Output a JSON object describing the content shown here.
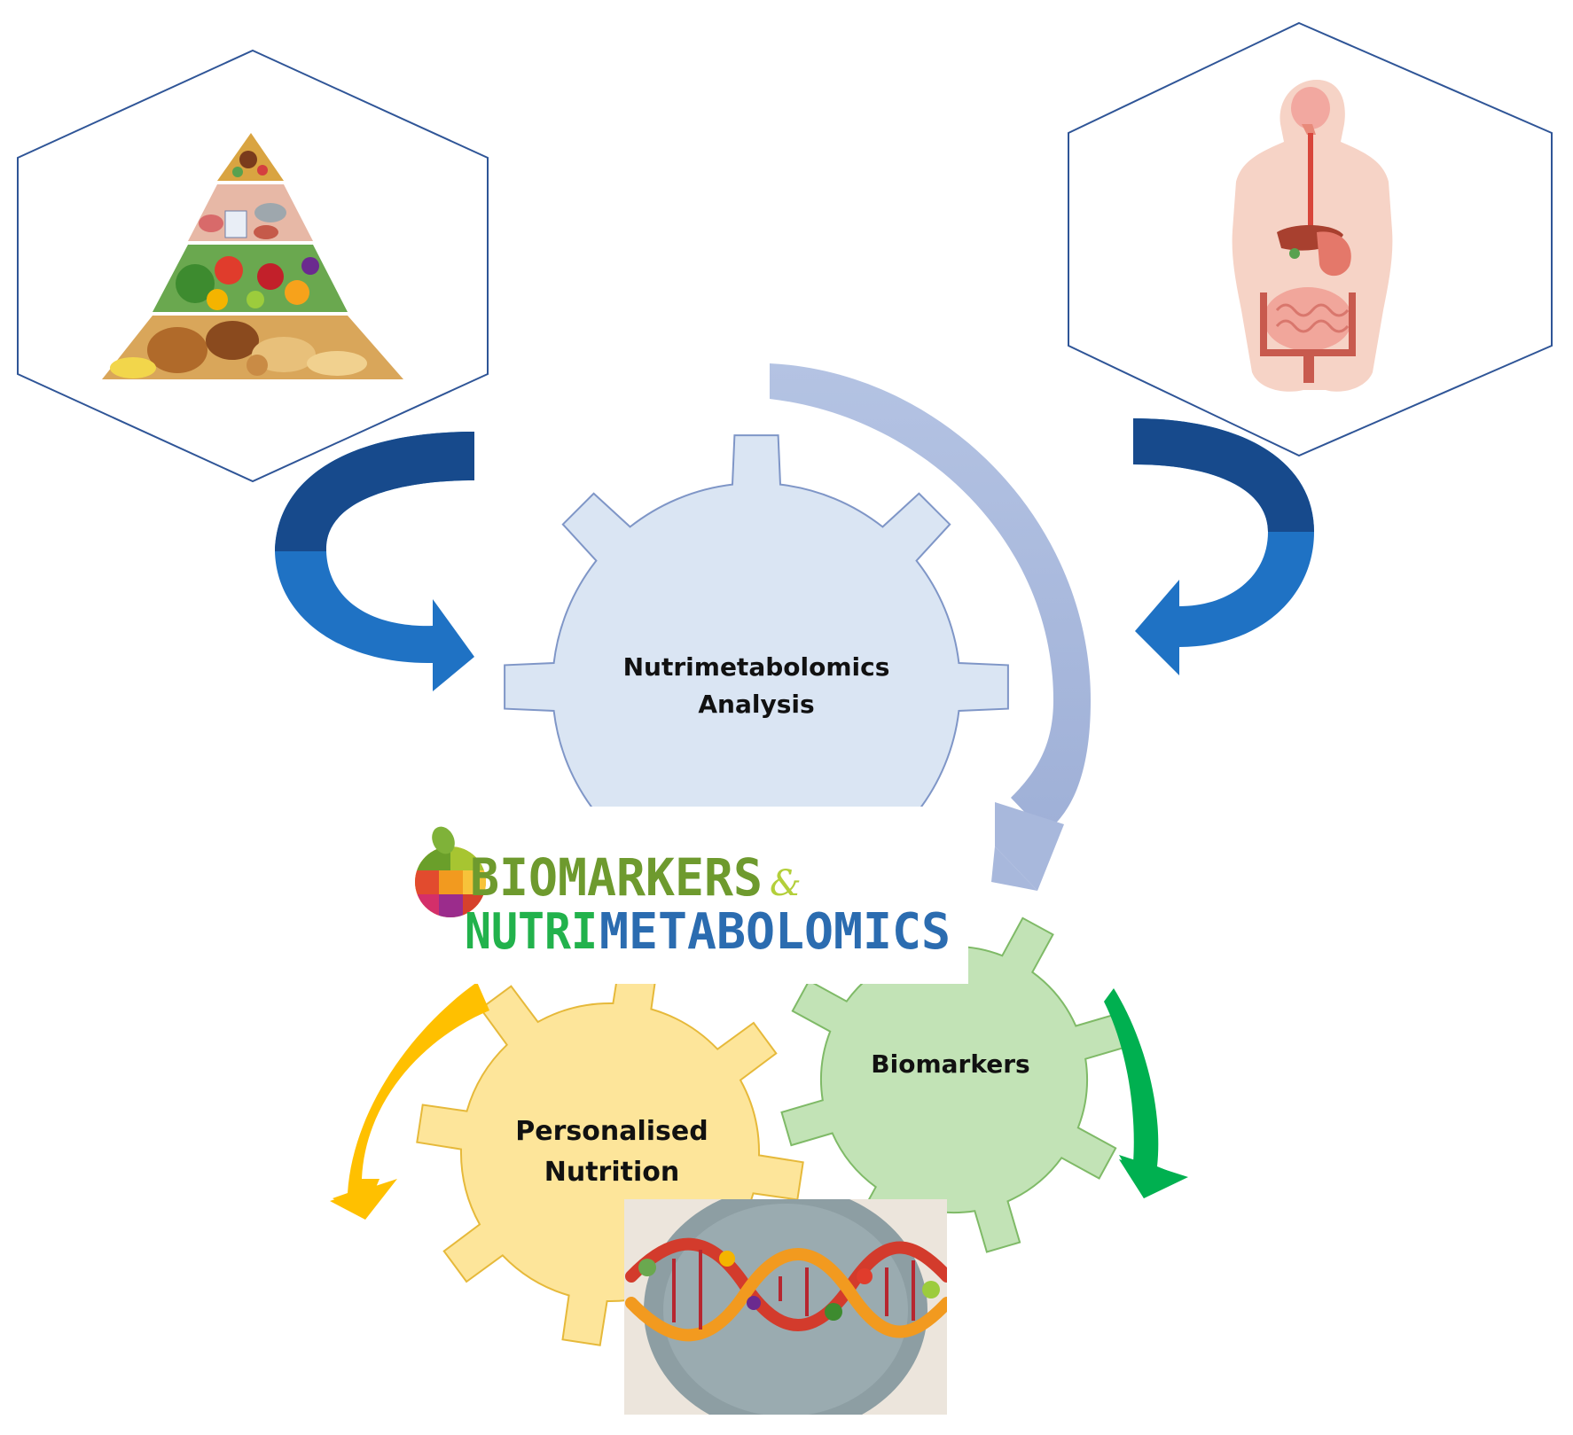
{
  "colors": {
    "hexagon_stroke": "#2f5597",
    "arrow_blue_dark": "#174a8c",
    "arrow_blue": "#1f72c4",
    "arrow_light": "#a8b8dc",
    "arrow_yellow": "#ffc000",
    "arrow_green": "#00b050",
    "gear_blue_fill": "#dae5f3",
    "gear_blue_stroke": "#7f96c7",
    "gear_green_fill": "#c2e3b6",
    "gear_green_stroke": "#7fba67",
    "gear_yellow_fill": "#fde59a",
    "gear_yellow_stroke": "#e6b93a"
  },
  "hexagons": {
    "left": {
      "image": "food-pyramid"
    },
    "right": {
      "image": "digestive-system"
    }
  },
  "gears": {
    "center": {
      "line1": "Nutrimetabolomics",
      "line2": "Analysis"
    },
    "right": {
      "line1": "Biomarkers"
    },
    "left": {
      "line1": "Personalised",
      "line2": "Nutrition"
    }
  },
  "logo": {
    "line1": "BIOMARKERS",
    "amp": "&",
    "line2a": "NUTRI",
    "line2b": "METABOLOMICS"
  },
  "photo": {
    "image": "dna-helix-of-fruits-and-vegetables-on-plate"
  }
}
